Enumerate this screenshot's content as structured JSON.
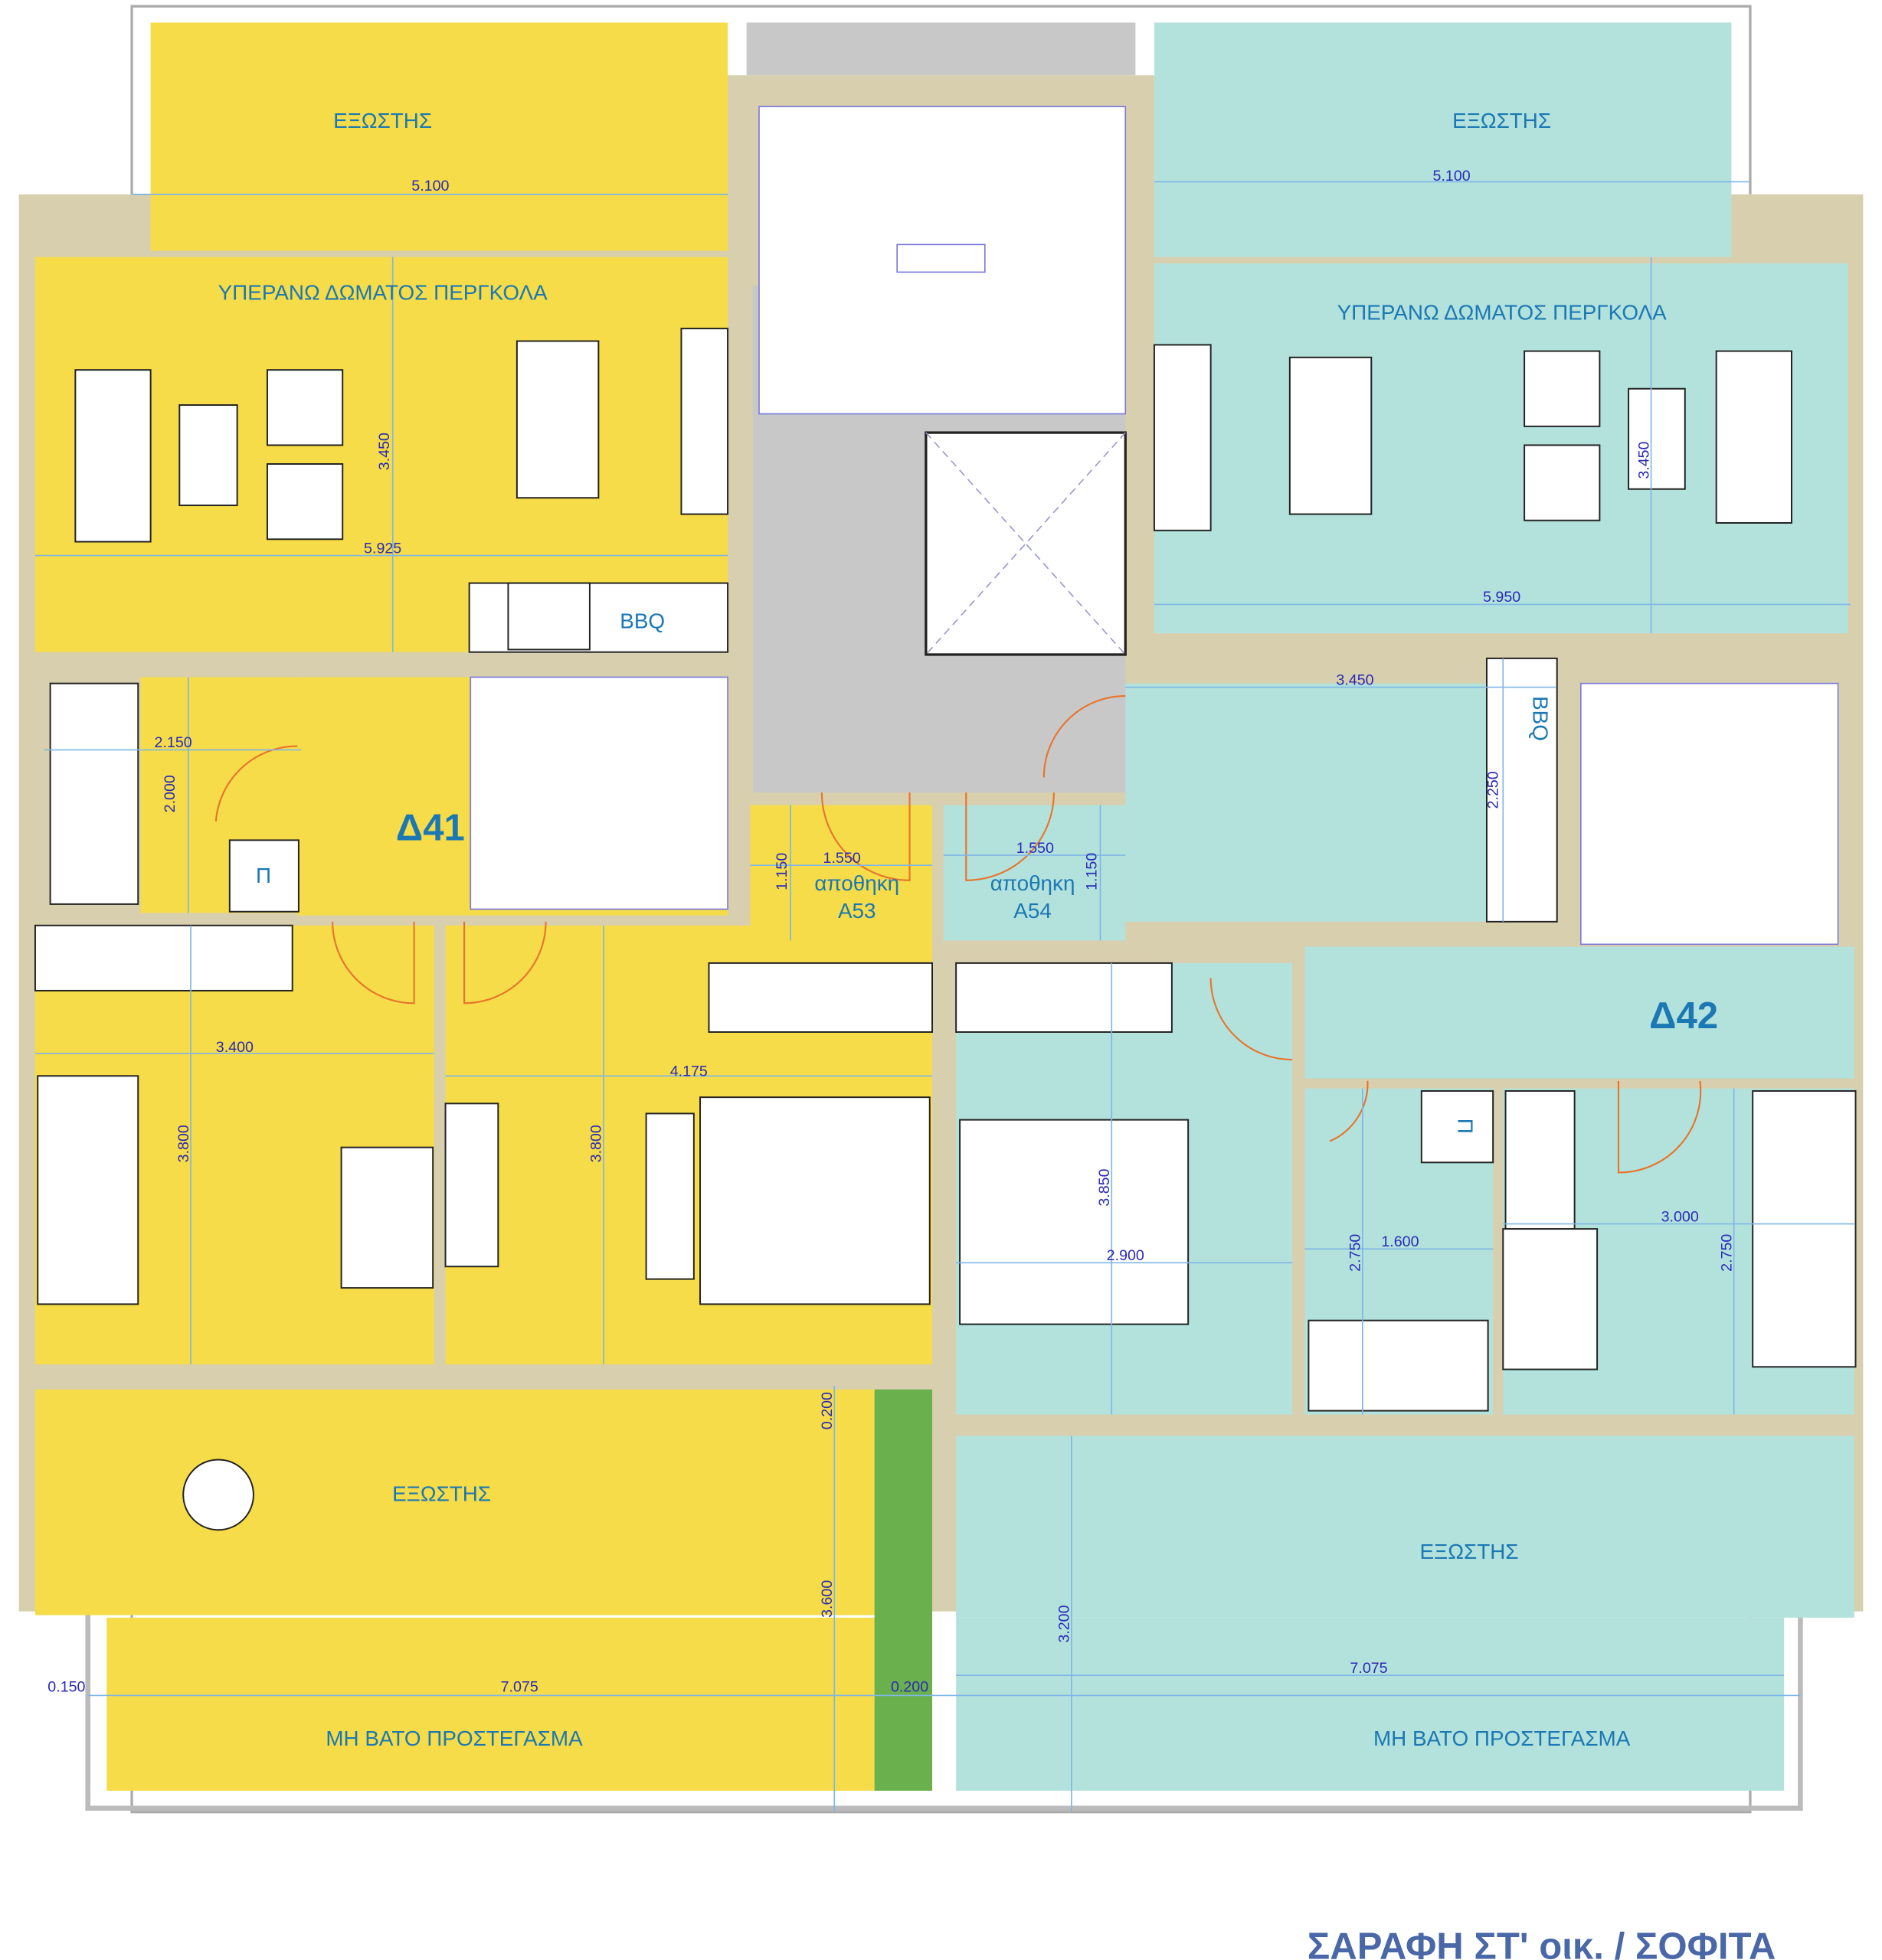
{
  "colors": {
    "unit_d41": "#f5dc48",
    "unit_d42": "#b3e2dc",
    "walls": "#d8cfae",
    "core": "#c8c8c8",
    "planter": "#6ab04c",
    "label": "#1b78b4",
    "dimension": "#2a2ab8"
  },
  "title": "ΣΑΡΑΦΗ ΣΤ' οικ. / ΣΟΦΙΤΑ",
  "units": {
    "d41": "Δ41",
    "d42": "Δ42"
  },
  "labels": {
    "balcony_top_left": "ΕΞΩΣΤΗΣ",
    "balcony_top_right": "ΕΞΩΣΤΗΣ",
    "pergola_left": "ΥΠΕΡΑΝΩ ΔΩΜΑΤΟΣ ΠΕΡΓΚΟΛΑ",
    "pergola_right": "ΥΠΕΡΑΝΩ ΔΩΜΑΤΟΣ ΠΕΡΓΚΟΛΑ",
    "bbq_left": "BBQ",
    "bbq_right": "BBQ",
    "storage_a53": "αποθηκη",
    "storage_a53_code": "A53",
    "storage_a54": "αποθηκη",
    "storage_a54_code": "A54",
    "balcony_bottom_left": "ΕΞΩΣΤΗΣ",
    "balcony_bottom_right": "ΕΞΩΣΤΗΣ",
    "canopy_left": "ΜΗ ΒΑΤΟ ΠΡΟΣΤΕΓΑΣΜΑ",
    "canopy_right": "ΜΗ ΒΑΤΟ ΠΡΟΣΤΕΓΑΣΜΑ",
    "closet_left": "Π",
    "closet_right": "Π"
  },
  "dims": [
    "5.100",
    "5.100",
    "3.450",
    "5.925",
    "3.450",
    "5.950",
    "3.450",
    "2.150",
    "2.000",
    "2.250",
    "1.550",
    "1.150",
    "1.550",
    "1.150",
    "3.400",
    "4.175",
    "3.800",
    "3.800",
    "3.850",
    "2.900",
    "1.600",
    "2.750",
    "3.000",
    "2.750",
    "0.200",
    "3.600",
    "3.200",
    "0.150",
    "7.075",
    "0.200",
    "7.075"
  ]
}
